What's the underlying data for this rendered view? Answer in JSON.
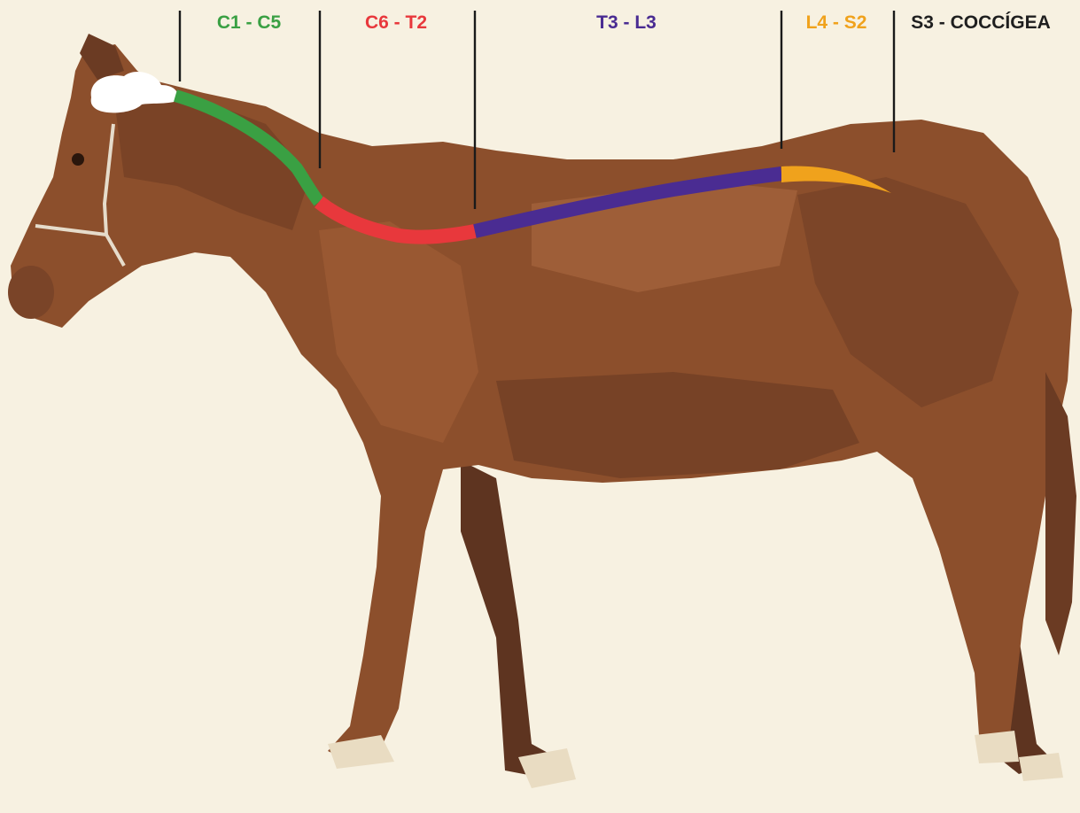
{
  "figure": {
    "background": "#f7f1e1",
    "horse_color": "#8c4f2c",
    "horse_shade": "#5e3420",
    "hoof_color": "#e9dcc2"
  },
  "segments": [
    {
      "id": "cervical",
      "label": "C1 - C5",
      "color": "#3aa043"
    },
    {
      "id": "cervicothoracic",
      "label": "C6 - T2",
      "color": "#e8383c"
    },
    {
      "id": "thoracolumbar",
      "label": "T3 - L3",
      "color": "#4a2c92"
    },
    {
      "id": "lumbosacral",
      "label": "L4 - S2",
      "color": "#f0a21c"
    },
    {
      "id": "sacrococcygeal",
      "label": "S3 - COCCÍGEA",
      "color": "#1f1f1f"
    }
  ]
}
